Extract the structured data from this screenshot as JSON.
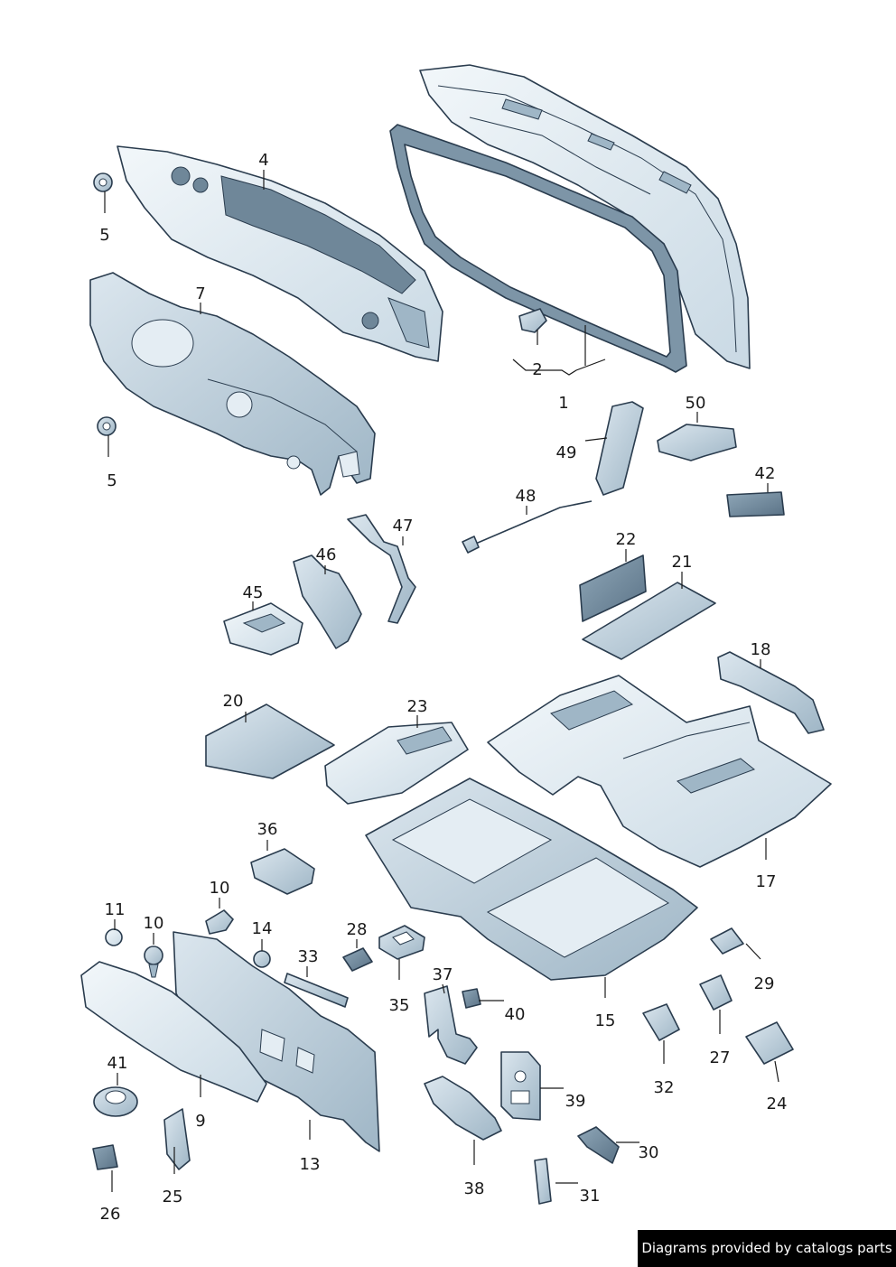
{
  "footer_text": "Diagrams provided by catalogs parts",
  "colors": {
    "outline": "#2a3c4e",
    "face_light": "#e4edf3",
    "face_mid": "#b9ccd9",
    "face_dark": "#6f8799",
    "footer_bg": "#000000",
    "footer_text": "#ffffff"
  },
  "callouts": [
    {
      "id": "c1",
      "label": "1"
    },
    {
      "id": "c2",
      "label": "2"
    },
    {
      "id": "c4",
      "label": "4"
    },
    {
      "id": "c5a",
      "label": "5"
    },
    {
      "id": "c5b",
      "label": "5"
    },
    {
      "id": "c7",
      "label": "7"
    },
    {
      "id": "c9",
      "label": "9"
    },
    {
      "id": "c10a",
      "label": "10"
    },
    {
      "id": "c10b",
      "label": "10"
    },
    {
      "id": "c11",
      "label": "11"
    },
    {
      "id": "c13",
      "label": "13"
    },
    {
      "id": "c14",
      "label": "14"
    },
    {
      "id": "c15",
      "label": "15"
    },
    {
      "id": "c17",
      "label": "17"
    },
    {
      "id": "c18",
      "label": "18"
    },
    {
      "id": "c20",
      "label": "20"
    },
    {
      "id": "c21",
      "label": "21"
    },
    {
      "id": "c22",
      "label": "22"
    },
    {
      "id": "c23",
      "label": "23"
    },
    {
      "id": "c24",
      "label": "24"
    },
    {
      "id": "c25",
      "label": "25"
    },
    {
      "id": "c26",
      "label": "26"
    },
    {
      "id": "c27",
      "label": "27"
    },
    {
      "id": "c28",
      "label": "28"
    },
    {
      "id": "c29",
      "label": "29"
    },
    {
      "id": "c30",
      "label": "30"
    },
    {
      "id": "c31",
      "label": "31"
    },
    {
      "id": "c32",
      "label": "32"
    },
    {
      "id": "c33",
      "label": "33"
    },
    {
      "id": "c35",
      "label": "35"
    },
    {
      "id": "c36",
      "label": "36"
    },
    {
      "id": "c37",
      "label": "37"
    },
    {
      "id": "c38",
      "label": "38"
    },
    {
      "id": "c39",
      "label": "39"
    },
    {
      "id": "c40",
      "label": "40"
    },
    {
      "id": "c41",
      "label": "41"
    },
    {
      "id": "c42",
      "label": "42"
    },
    {
      "id": "c45",
      "label": "45"
    },
    {
      "id": "c46",
      "label": "46"
    },
    {
      "id": "c47",
      "label": "47"
    },
    {
      "id": "c48",
      "label": "48"
    },
    {
      "id": "c49",
      "label": "49"
    },
    {
      "id": "c50",
      "label": "50"
    }
  ]
}
